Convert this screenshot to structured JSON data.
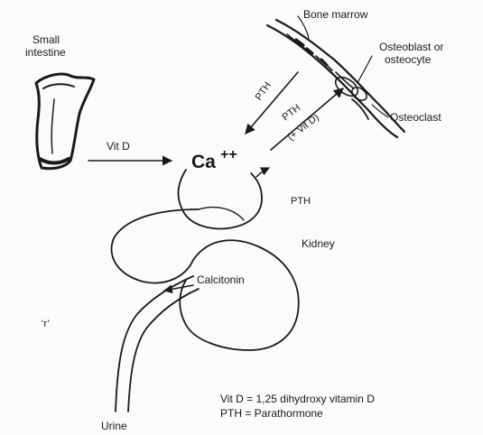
{
  "labels": {
    "small_intestine_line1": "Small",
    "small_intestine_line2": "intestine",
    "bone_marrow": "Bone marrow",
    "osteoblast_line1": "Osteoblast or",
    "osteoblast_line2": "osteocyte",
    "osteoclast": "Osteoclast",
    "pth_upper": "PTH",
    "pth_lower": "PTH",
    "pth_lower_note": "(+ Vit D)",
    "vit_d": "Vit D",
    "calcium": "Ca",
    "calcium_charge": "++",
    "pth_kidney": "PTH",
    "kidney": "Kidney",
    "calcitonin": "Calcitonin",
    "urine": "Urine",
    "stray_mark": "‘r’"
  },
  "legend": {
    "line1": "Vit D = 1,25 dihydroxy vitamin D",
    "line2": "PTH = Parathormone"
  }
}
